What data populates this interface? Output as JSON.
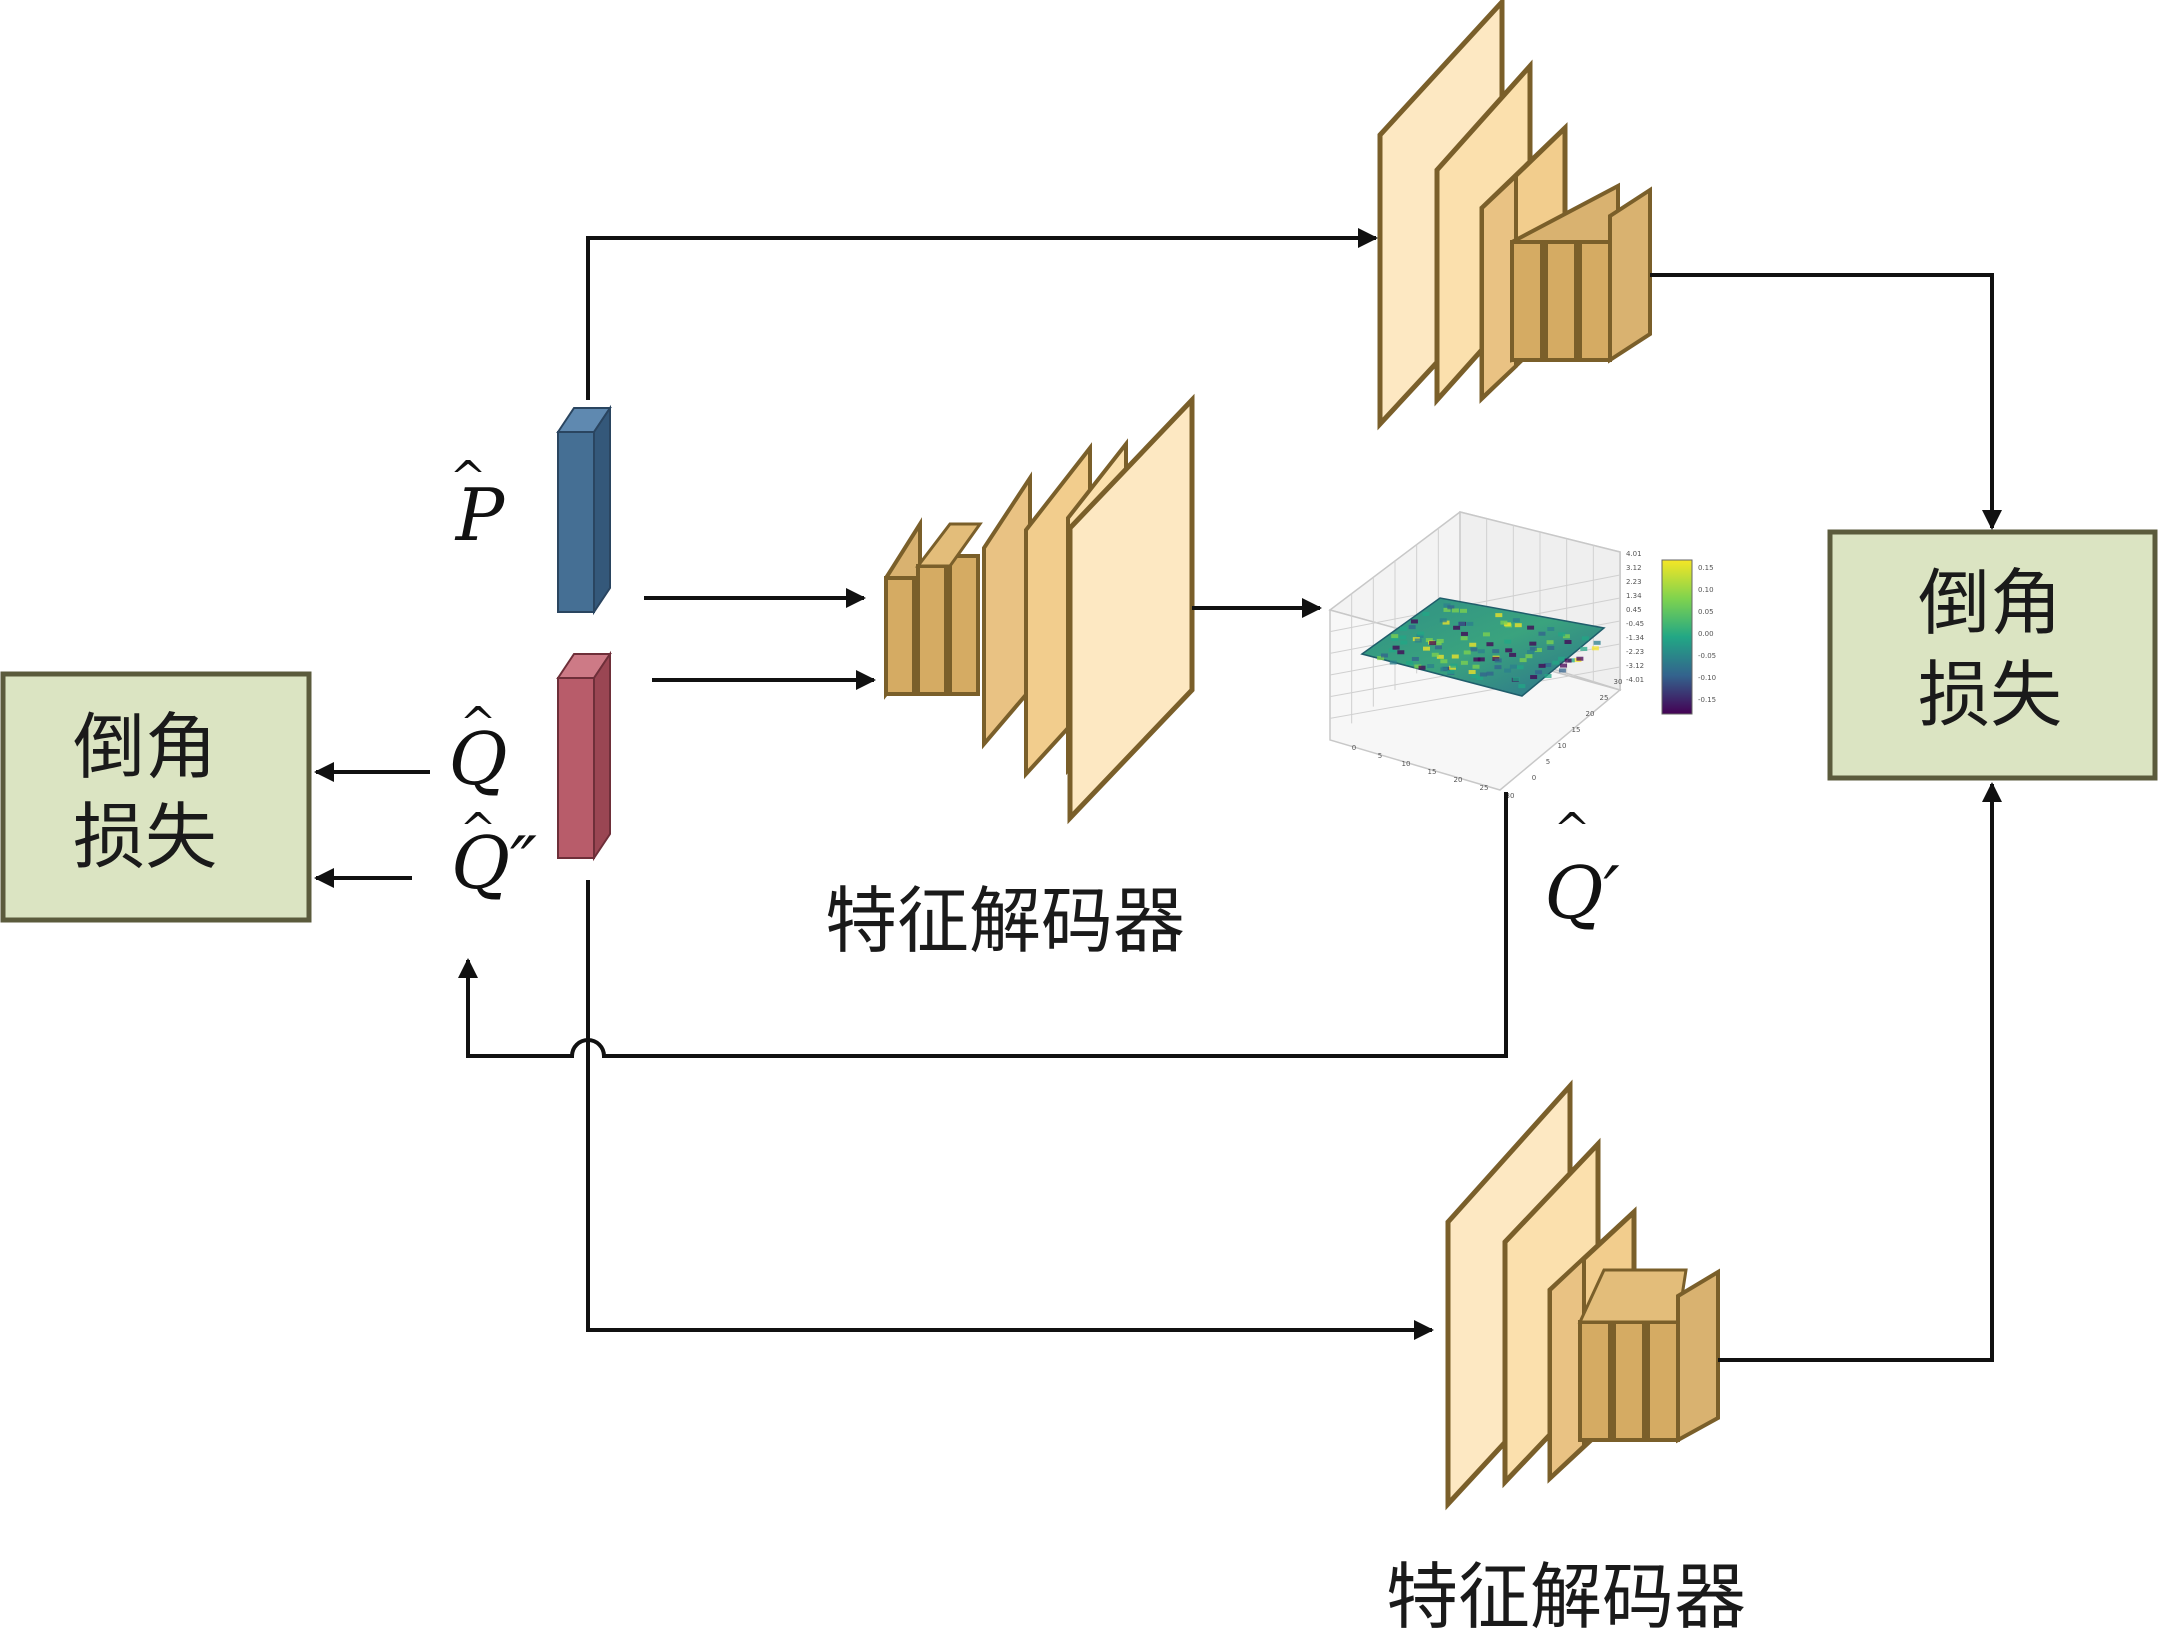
{
  "symbols": {
    "p_hat": "P",
    "q_hat": "Q",
    "q_hat_double_prime": "Q″",
    "q_hat_prime": "Q′",
    "hat": "^"
  },
  "boxes": {
    "left_loss": {
      "line1": "倒角",
      "line2": "损失"
    },
    "right_loss": {
      "line1": "倒角",
      "line2": "损失"
    }
  },
  "decoders": {
    "middle_label": "特征解码器",
    "bottom_label": "特征解码器"
  },
  "surface_plot": {
    "z_ticks": [
      "4.01",
      "3.12",
      "2.23",
      "1.34",
      "0.45",
      "-0.45",
      "-1.34",
      "-2.23",
      "-3.12",
      "-4.01"
    ],
    "colorbar_ticks": [
      "0.15",
      "0.10",
      "0.05",
      "0.00",
      "-0.05",
      "-0.10",
      "-0.15"
    ],
    "x_ticks": [
      "0",
      "5",
      "10",
      "15",
      "20",
      "25",
      "30"
    ],
    "y_ticks": [
      "0",
      "5",
      "10",
      "15",
      "20",
      "25",
      "30"
    ]
  },
  "colors": {
    "p_block": "#456f94",
    "q_block": "#b85c6a",
    "loss_box_fill": "#dbe4c2",
    "loss_box_stroke": "#5b5b3c",
    "plate_light": "#fde8c2",
    "plate_mid": "#f2cd8d",
    "plate_dark": "#d9b270",
    "plate_stroke": "#7a5f2a",
    "arrow": "#111111"
  }
}
